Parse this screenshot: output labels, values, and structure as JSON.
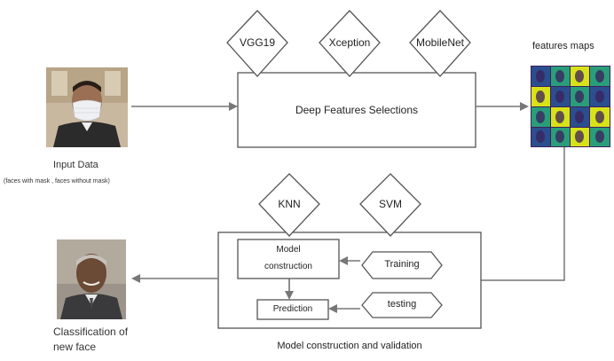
{
  "input": {
    "label": "Input Data",
    "sublabel": "(faces with mask , faces without mask)"
  },
  "models": [
    {
      "label": "VGG19"
    },
    {
      "label": "Xception"
    },
    {
      "label": "MobileNet"
    }
  ],
  "feature_box": {
    "label": "Deep Features Selections"
  },
  "feature_maps": {
    "label": "features maps"
  },
  "classifiers": [
    {
      "label": "KNN"
    },
    {
      "label": "SVM"
    }
  ],
  "pipeline": {
    "model_construction": "Model construction",
    "prediction": "Prediction",
    "training": "Training",
    "testing": "testing",
    "caption": "Model construction and validation"
  },
  "output": {
    "label": "Classification of new face"
  },
  "colors": {
    "stroke": "#555555",
    "arrow": "#777777",
    "map_yellow": "#d8e219",
    "map_green": "#2a9d7a",
    "map_blue": "#2b4f8e",
    "map_purple": "#3b1f5c"
  }
}
